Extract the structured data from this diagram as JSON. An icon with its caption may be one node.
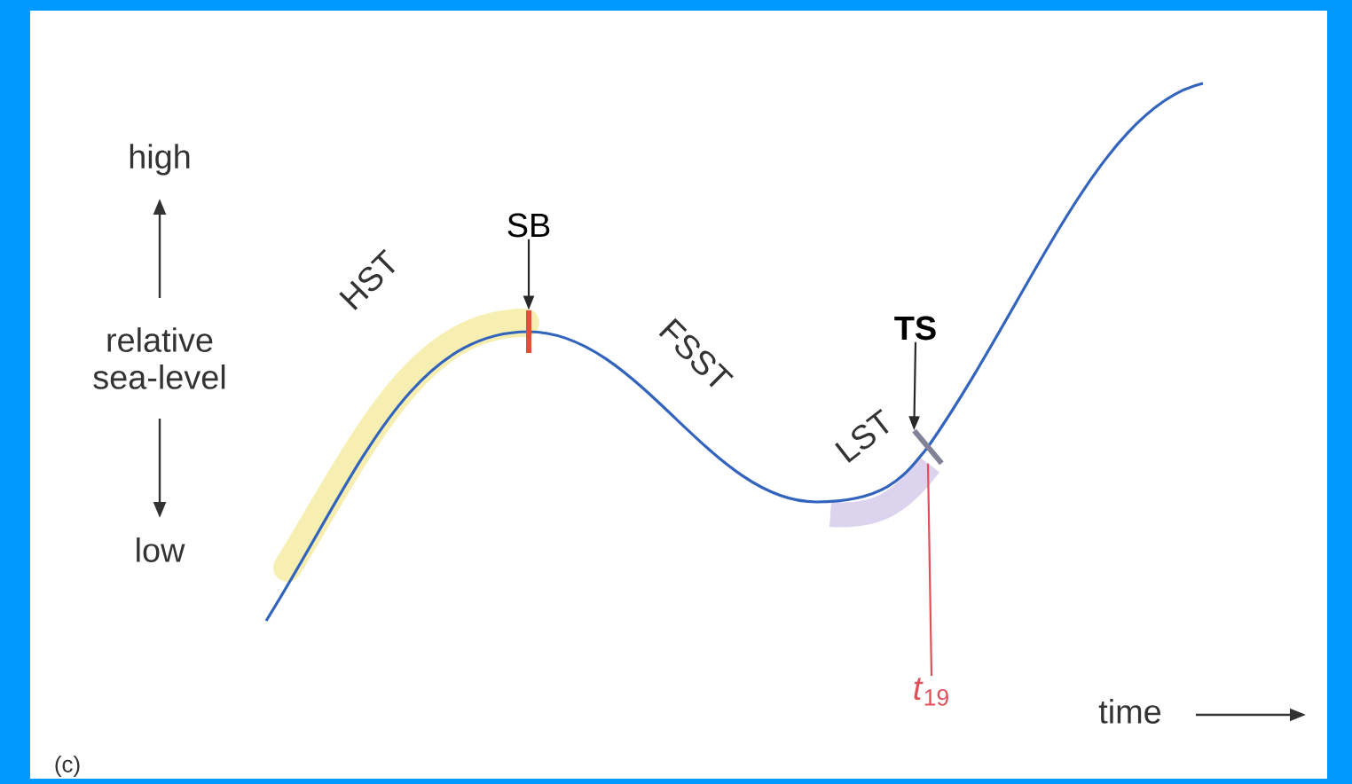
{
  "diagram": {
    "nodes": [
      {
        "text": [
          "SB"
        ]
      },
      {
        "text": [],
        "shape": "bar"
      },
      {
        "text": [
          "TS"
        ]
      },
      {
        "text": [],
        "shape": "bar"
      },
      {
        "text": [
          "*t*$_{19}$"
        ]
      }
    ],
    "edges": [
      {
        "from": 0,
        "to": 1,
        "arrow": "to"
      },
      {
        "from": 2,
        "to": 3,
        "arrow": "to"
      },
      {
        "from": 4,
        "to": 3,
        "arrow": "none",
        "color": "#e0505a"
      }
    ],
    "labels": [
      "high",
      "relative sea-level",
      "low",
      "HST",
      "FSST",
      "LST",
      "time",
      "(c)"
    ]
  }
}
